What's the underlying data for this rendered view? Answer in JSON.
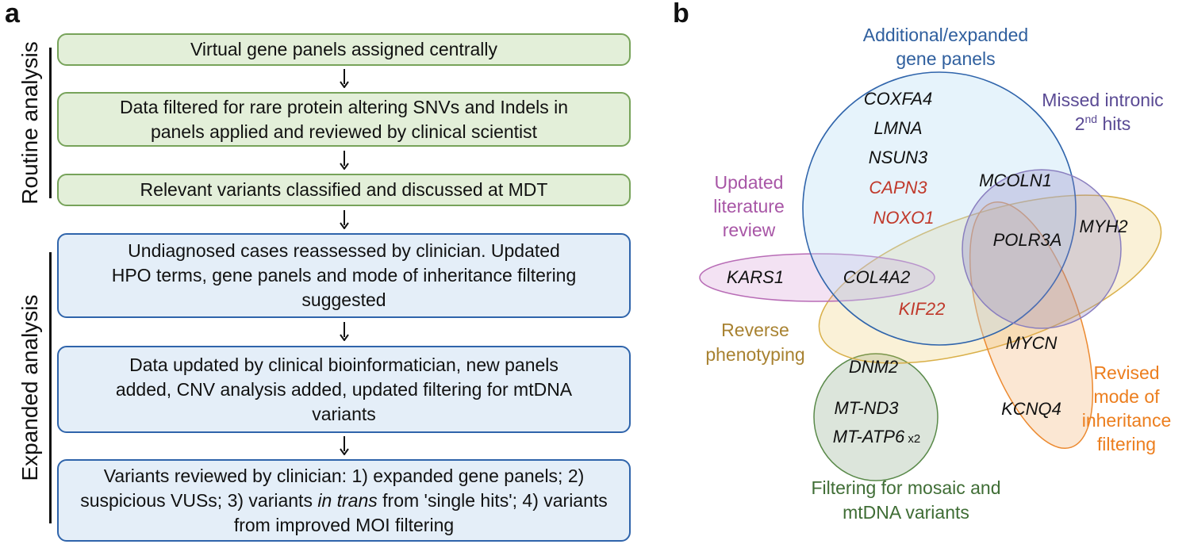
{
  "panel_a": {
    "letter": "a",
    "routine_label": "Routine analysis",
    "expanded_label": "Expanded analysis",
    "routine_steps": [
      "Virtual gene panels assigned centrally",
      "Data filtered for rare protein altering SNVs and Indels in panels applied and reviewed by clinical scientist",
      "Relevant variants classified and discussed at MDT"
    ],
    "expanded_steps": [
      "Undiagnosed cases reassessed by clinician. Updated HPO terms, gene panels and mode of inheritance filtering suggested",
      "Data updated by clinical bioinformatician, new panels added, CNV analysis added, updated filtering for mtDNA variants",
      {
        "before": "Variants reviewed by clinician: 1) expanded gene panels; 2) suspicious VUSs; 3) variants ",
        "italic": "in trans",
        "after": " from 'single hits'; 4) variants from improved MOI filtering"
      }
    ]
  },
  "panel_b": {
    "letter": "b",
    "categories": {
      "additional_panels": {
        "line1": "Additional/expanded",
        "line2": "gene panels",
        "color": "#2f5f9e"
      },
      "missed_intronic": {
        "line1": "Missed intronic",
        "line2_pre": "2",
        "line2_sup": "nd",
        "line2_post": " hits",
        "color": "#5a4a94"
      },
      "literature": {
        "line1": "Updated",
        "line2": "literature",
        "line3": "review",
        "color": "#a856a6"
      },
      "reverse": {
        "line1": "Reverse",
        "line2": "phenotyping",
        "color": "#a88231"
      },
      "moi": {
        "line1": "Revised",
        "line2": "mode of",
        "line3": "inheritance",
        "line4": "filtering",
        "color": "#ec7e1e"
      },
      "mosaic": {
        "line1": "Filtering for mosaic and",
        "line2": "mtDNA variants",
        "color": "#3f6d35"
      }
    },
    "genes": [
      {
        "name": "COXFA4",
        "red": false
      },
      {
        "name": "LMNA",
        "red": false
      },
      {
        "name": "NSUN3",
        "red": false
      },
      {
        "name": "CAPN3",
        "red": true
      },
      {
        "name": "NOXO1",
        "red": true
      },
      {
        "name": "MCOLN1",
        "red": false
      },
      {
        "name": "MYH2",
        "red": false
      },
      {
        "name": "POLR3A",
        "red": false
      },
      {
        "name": "KARS1",
        "red": false
      },
      {
        "name": "COL4A2",
        "red": false
      },
      {
        "name": "KIF22",
        "red": true
      },
      {
        "name": "MYCN",
        "red": false
      },
      {
        "name": "DNM2",
        "red": false
      },
      {
        "name": "MT-ND3",
        "red": false
      },
      {
        "name": "MT-ATP6",
        "red": false,
        "suffix": "x2"
      },
      {
        "name": "KCNQ4",
        "red": false
      }
    ],
    "colors": {
      "gene_black": "#111111",
      "gene_red": "#c0392b"
    }
  }
}
